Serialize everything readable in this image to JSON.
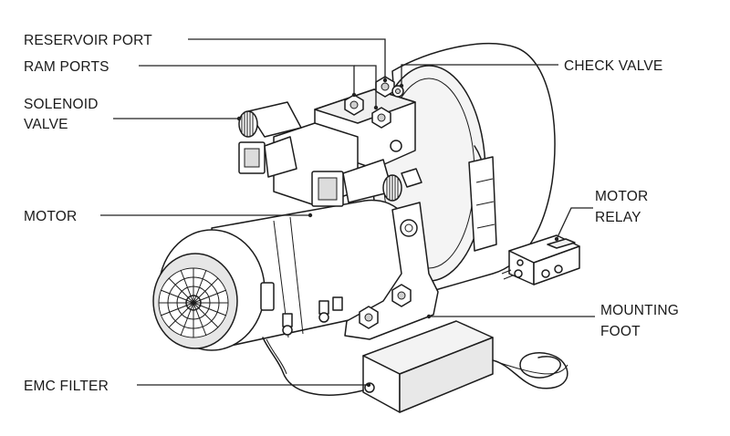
{
  "labels": {
    "reservoir_port": "RESERVOIR PORT",
    "ram_ports": "RAM PORTS",
    "solenoid_valve_line1": "SOLENOID",
    "solenoid_valve_line2": "VALVE",
    "motor": "MOTOR",
    "emc_filter": "EMC FILTER",
    "check_valve": "CHECK VALVE",
    "motor_relay_line1": "MOTOR",
    "motor_relay_line2": "RELAY",
    "mounting_foot_line1": "MOUNTING",
    "mounting_foot_line2": "FOOT"
  },
  "colors": {
    "ink": "#1c1c1c",
    "paper": "#ffffff",
    "shade": "#d9d9d9",
    "dark": "#4a4a4a"
  }
}
